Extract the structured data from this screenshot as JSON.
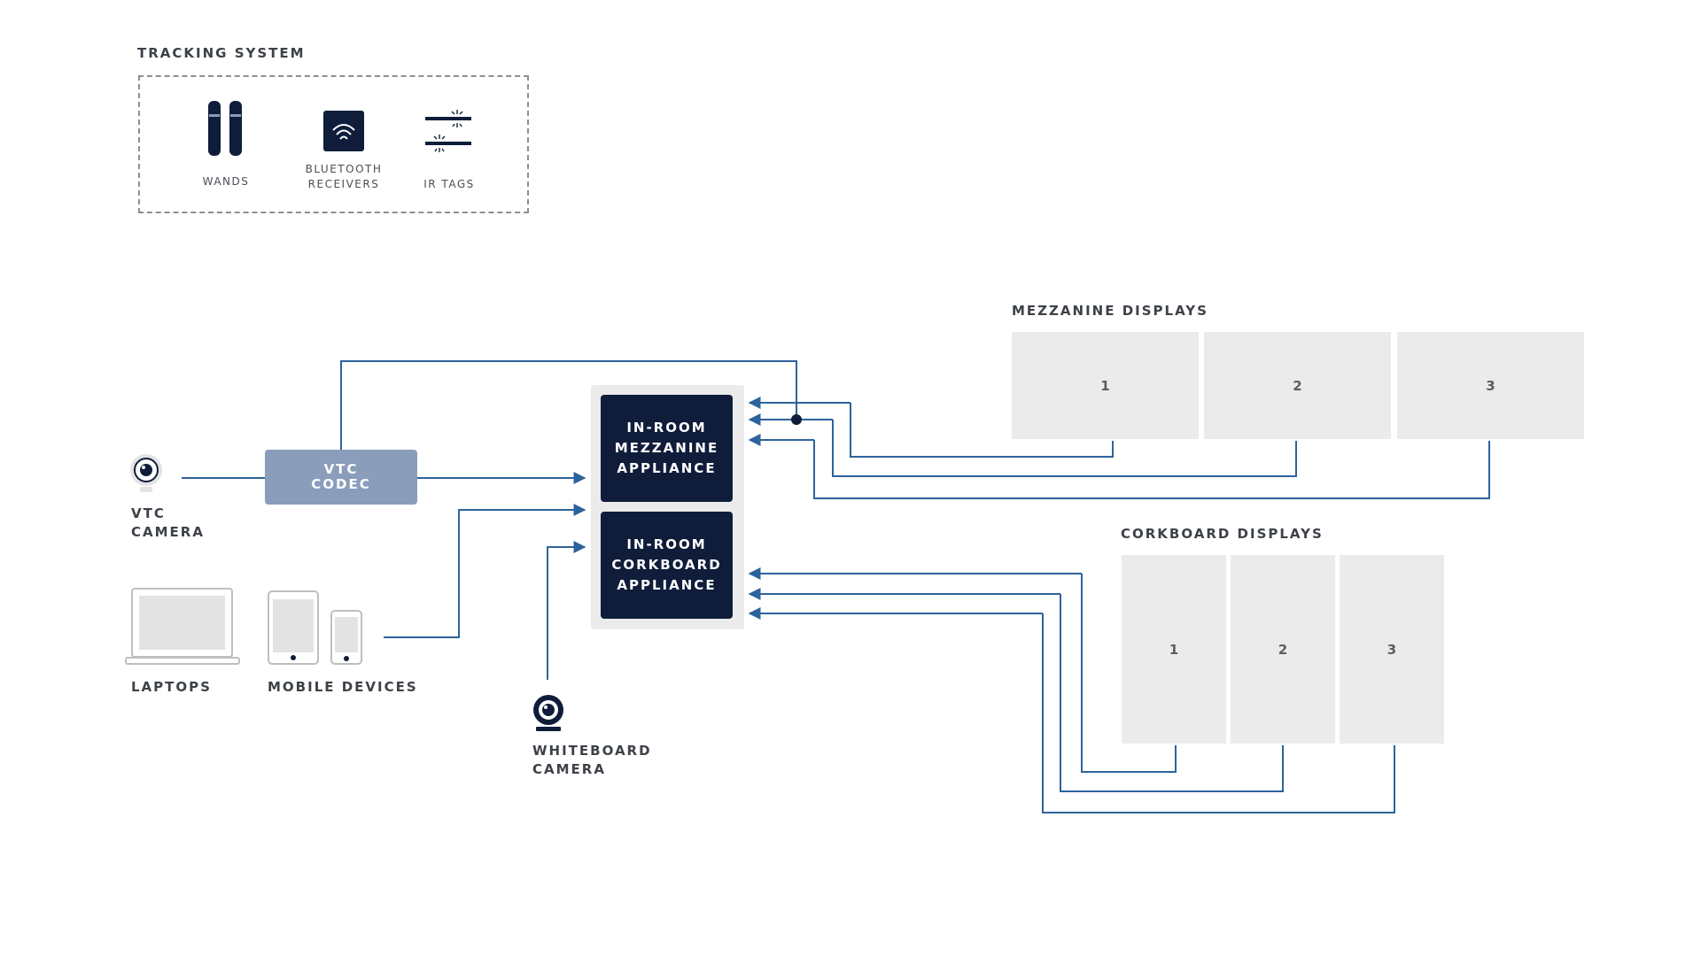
{
  "tracking": {
    "title": "TRACKING SYSTEM",
    "wands": "WANDS",
    "bluetooth": "BLUETOOTH\nRECEIVERS",
    "ir_tags": "IR TAGS"
  },
  "sources": {
    "vtc_camera": "VTC\nCAMERA",
    "vtc_codec": "VTC\nCODEC",
    "laptops": "LAPTOPS",
    "mobile_devices": "MOBILE DEVICES",
    "whiteboard_camera": "WHITEBOARD\nCAMERA"
  },
  "appliances": {
    "mezzanine": "IN-ROOM\nMEZZANINE\nAPPLIANCE",
    "corkboard": "IN-ROOM\nCORKBOARD\nAPPLIANCE"
  },
  "mezzanine_displays": {
    "title": "MEZZANINE DISPLAYS",
    "items": [
      "1",
      "2",
      "3"
    ]
  },
  "corkboard_displays": {
    "title": "CORKBOARD DISPLAYS",
    "items": [
      "1",
      "2",
      "3"
    ]
  },
  "colors": {
    "navy": "#0f1d3b",
    "wire": "#2d639c",
    "codec": "#8a9dbb",
    "panel": "#ebebeb"
  }
}
